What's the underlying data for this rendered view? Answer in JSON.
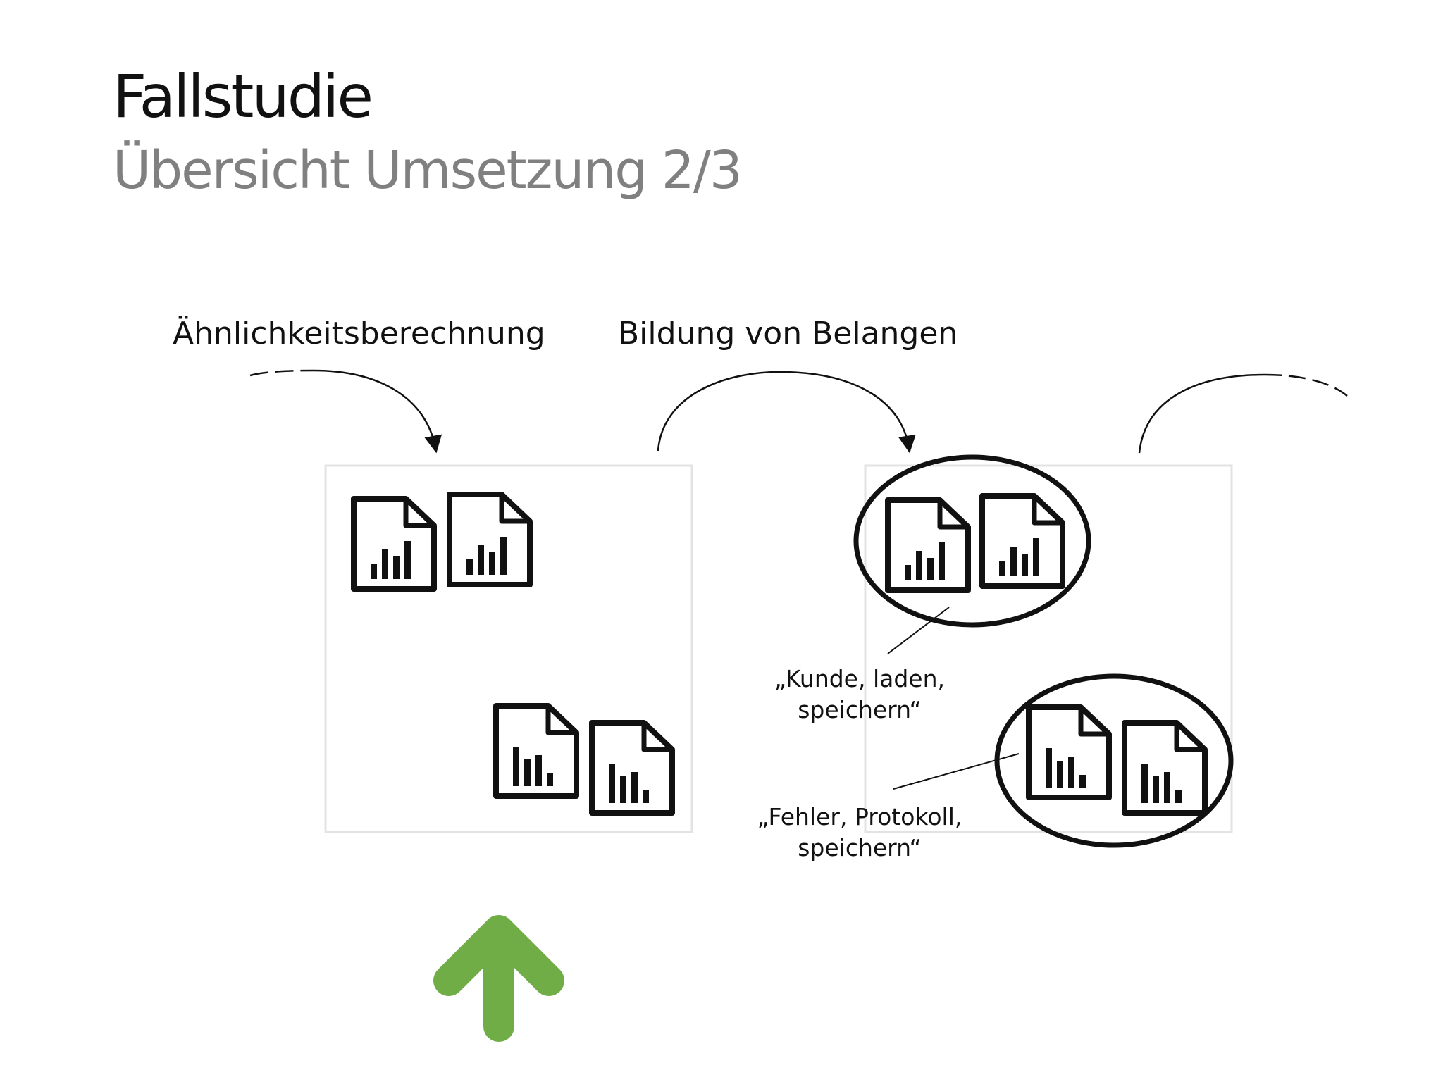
{
  "slide": {
    "title": "Fallstudie",
    "subtitle": "Übersicht Umsetzung 2/3"
  },
  "steps": {
    "step1_label": "Ähnlichkeitsberechnung",
    "step2_label": "Bildung von Belangen"
  },
  "clusters": {
    "cluster1_line1": "„Kunde, laden,",
    "cluster1_line2": "speichern“",
    "cluster2_line1": "„Fehler, Protokoll,",
    "cluster2_line2": "speichern“"
  },
  "colors": {
    "accent_arrow": "#70ad47",
    "stroke": "#111111",
    "panel_border": "#e3e3e3",
    "subtitle": "#808080"
  },
  "icons": {
    "document": "document-chart-icon",
    "arrow": "arrow-up-icon"
  }
}
